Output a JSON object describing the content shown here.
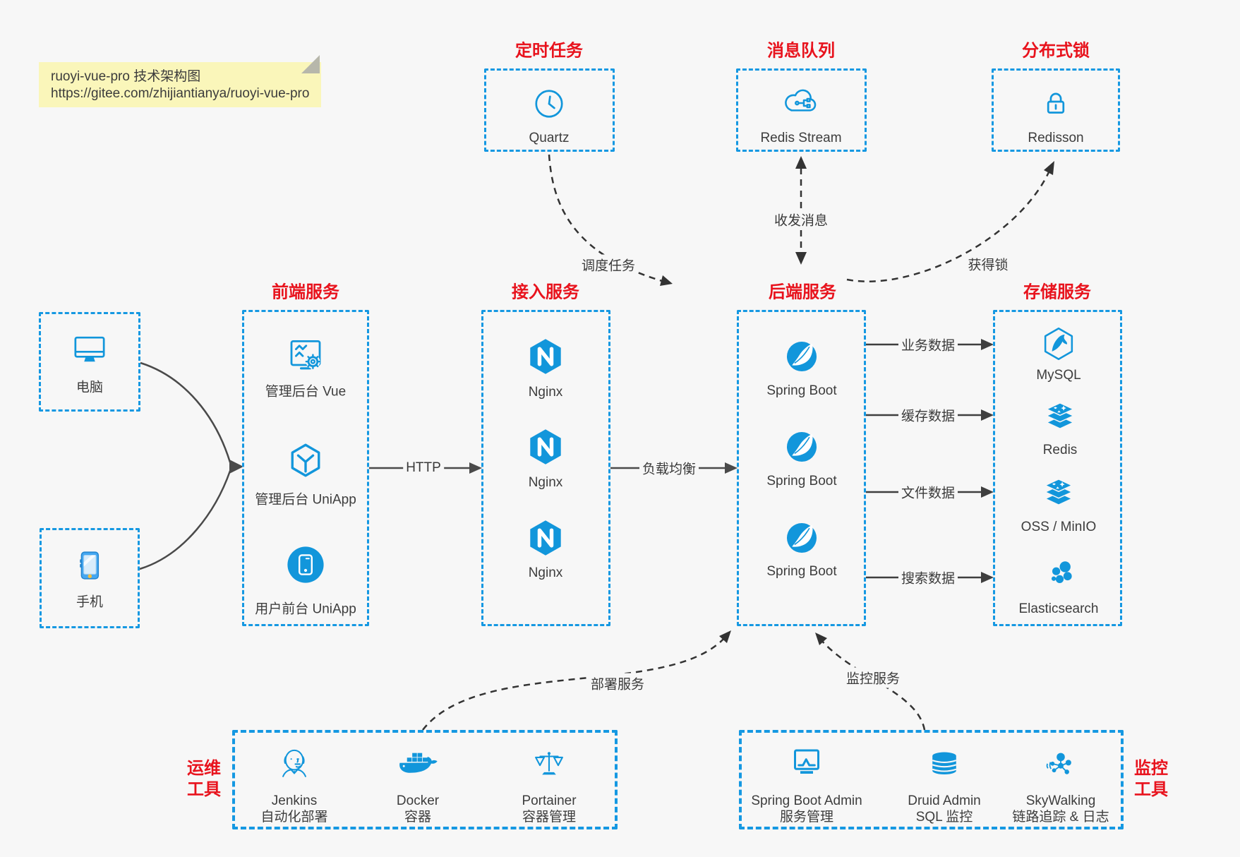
{
  "note": {
    "line1": "ruoyi-vue-pro 技术架构图",
    "line2": "https://gitee.com/zhijiantianya/ruoyi-vue-pro"
  },
  "top_groups": [
    {
      "title": "定时任务",
      "item": {
        "icon": "clock-icon",
        "label": "Quartz"
      }
    },
    {
      "title": "消息队列",
      "item": {
        "icon": "cloud-mq-icon",
        "label": "Redis Stream"
      }
    },
    {
      "title": "分布式锁",
      "item": {
        "icon": "lock-icon",
        "label": "Redisson"
      }
    }
  ],
  "clients": [
    {
      "icon": "desktop-icon",
      "label": "电脑"
    },
    {
      "icon": "smartphone-icon",
      "label": "手机"
    }
  ],
  "columns": [
    {
      "title": "前端服务",
      "items": [
        {
          "icon": "admin-vue-icon",
          "label": "管理后台 Vue"
        },
        {
          "icon": "uniapp-cube-icon",
          "label": "管理后台 UniApp"
        },
        {
          "icon": "mobile-app-icon",
          "label": "用户前台 UniApp"
        }
      ]
    },
    {
      "title": "接入服务",
      "items": [
        {
          "icon": "nginx-icon",
          "label": "Nginx"
        },
        {
          "icon": "nginx-icon",
          "label": "Nginx"
        },
        {
          "icon": "nginx-icon",
          "label": "Nginx"
        }
      ]
    },
    {
      "title": "后端服务",
      "items": [
        {
          "icon": "spring-boot-icon",
          "label": "Spring Boot"
        },
        {
          "icon": "spring-boot-icon",
          "label": "Spring Boot"
        },
        {
          "icon": "spring-boot-icon",
          "label": "Spring Boot"
        }
      ]
    },
    {
      "title": "存储服务",
      "items": [
        {
          "icon": "mysql-icon",
          "label": "MySQL"
        },
        {
          "icon": "redis-icon",
          "label": "Redis"
        },
        {
          "icon": "oss-minio-icon",
          "label": "OSS / MinIO"
        },
        {
          "icon": "elasticsearch-icon",
          "label": "Elasticsearch"
        }
      ]
    }
  ],
  "bottom_groups": [
    {
      "side_label": {
        "line1": "运维",
        "line2": "工具"
      },
      "items": [
        {
          "icon": "jenkins-icon",
          "name": "Jenkins",
          "desc": "自动化部署"
        },
        {
          "icon": "docker-icon",
          "name": "Docker",
          "desc": "容器"
        },
        {
          "icon": "portainer-icon",
          "name": "Portainer",
          "desc": "容器管理"
        }
      ]
    },
    {
      "side_label": {
        "line1": "监控",
        "line2": "工具"
      },
      "items": [
        {
          "icon": "spring-boot-admin-icon",
          "name": "Spring Boot Admin",
          "desc": "服务管理"
        },
        {
          "icon": "druid-icon",
          "name": "Druid Admin",
          "desc": "SQL 监控"
        },
        {
          "icon": "skywalking-icon",
          "name": "SkyWalking",
          "desc": "链路追踪 & 日志"
        }
      ]
    }
  ],
  "edge_labels": {
    "http": "HTTP",
    "load_balance": "负载均衡",
    "schedule": "调度任务",
    "message": "收发消息",
    "lock": "获得锁",
    "business": "业务数据",
    "cache": "缓存数据",
    "file": "文件数据",
    "search": "搜索数据",
    "deploy": "部署服务",
    "monitor": "监控服务"
  },
  "colors": {
    "box_border": "#1598e2",
    "icon_blue": "#1296db",
    "title_red": "#e8131d",
    "arrow_dark": "#444444",
    "note_bg": "#faf6ba",
    "page_bg": "#f7f7f7"
  }
}
